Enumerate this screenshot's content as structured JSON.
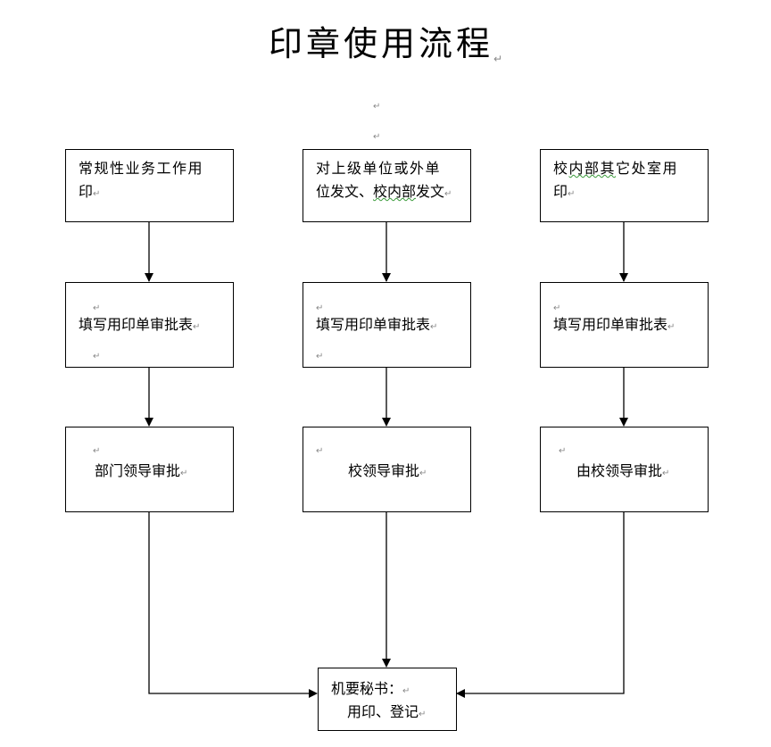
{
  "title": "印章使用流程",
  "para_mark": "↵",
  "columns": [
    {
      "source": {
        "line1": "常规性业务工作用",
        "line2": "印"
      },
      "fill_form": "填写用印单审批表",
      "approval": "部门领导审批"
    },
    {
      "source": {
        "line1": "对上级单位或外单",
        "line2_prefix": "位发文、",
        "line2_underlined": "校内部",
        "line2_suffix": "发文"
      },
      "fill_form": "填写用印单审批表",
      "approval": "校领导审批"
    },
    {
      "source": {
        "line1_prefix": "校",
        "line1_underlined": "内部其",
        "line1_suffix": "它处室用",
        "line2": "印"
      },
      "fill_form": "填写用印单审批表",
      "approval": "由校领导审批"
    }
  ],
  "final": {
    "line1": "机要秘书：",
    "line2": "用印、登记"
  }
}
